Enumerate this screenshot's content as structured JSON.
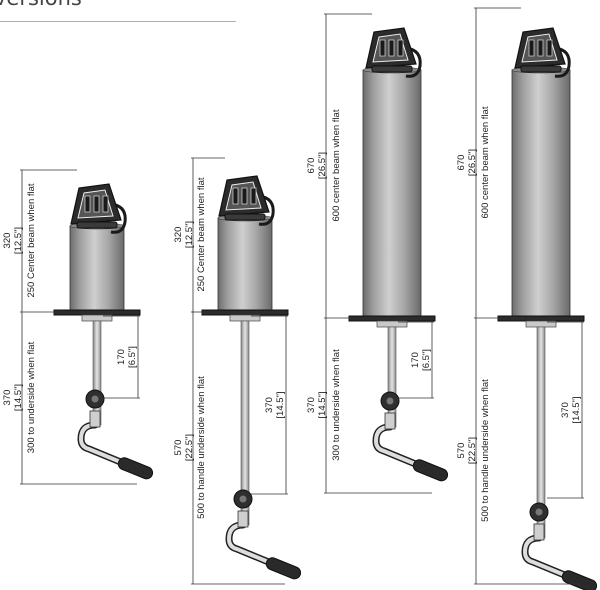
{
  "header": {
    "title": "versions"
  },
  "units": [
    {
      "id": "a",
      "top_dims": [
        "320",
        "[12.5\"]",
        "250 Center beam when flat"
      ],
      "mid_dims": [
        "170",
        "[6.5\"]"
      ],
      "bottom_dims": [
        "370",
        "[14.5\"]",
        "300 to underside when flat"
      ]
    },
    {
      "id": "b",
      "top_dims": [
        "320",
        "[12.5\"]",
        "250 Center beam when flat"
      ],
      "mid_dims": [
        "370",
        "[14.5\"]"
      ],
      "bottom_dims": [
        "570",
        "[22.5\"]",
        "500 to handle underside when flat"
      ]
    },
    {
      "id": "c",
      "top_dims": [
        "670",
        "[26.5\"]",
        "600 center beam when flat"
      ],
      "mid_dims": [
        "170",
        "[6.5\"]"
      ],
      "bottom_dims": [
        "370",
        "[14.5\"]",
        "300 to underside when flat"
      ]
    },
    {
      "id": "d",
      "top_dims": [
        "670",
        "[26.5\"]",
        "600 center beam when flat"
      ],
      "mid_dims": [
        "370",
        "[14.5\"]"
      ],
      "bottom_dims": [
        "570",
        "[22.5\"]",
        "500 to handle underside when flat"
      ]
    }
  ]
}
